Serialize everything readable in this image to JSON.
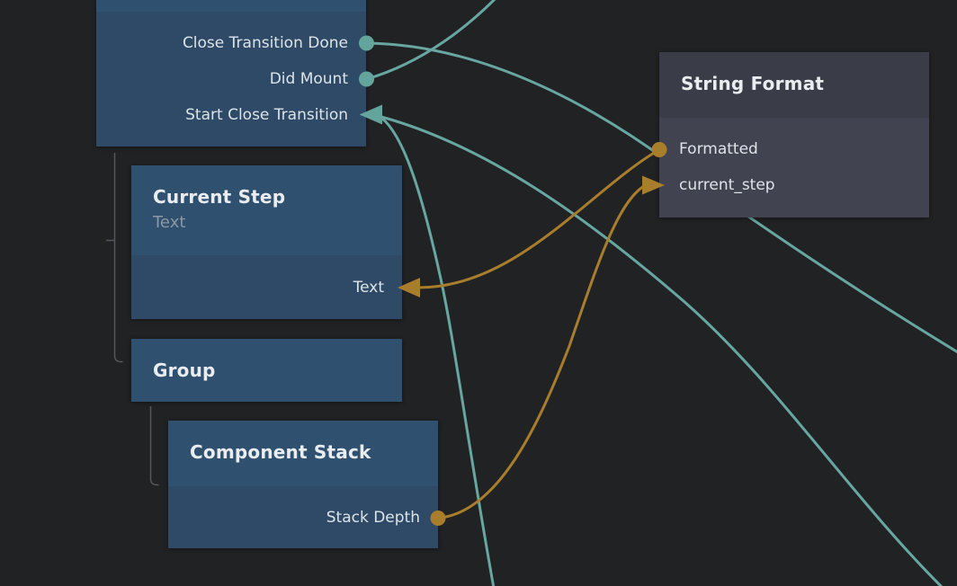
{
  "app": {
    "view": "node-graph-canvas"
  },
  "colors": {
    "background": "#212224",
    "signal_teal": "#63a49d",
    "data_orange": "#a87e2d",
    "node_blue_header": "#30506f",
    "node_blue_body": "#2e4a66",
    "node_gray_header": "#3a3d48",
    "node_gray_body": "#414450",
    "hierarchy_line": "#54575b",
    "title_text": "#e9edf0",
    "subtitle_text": "#8c97a4",
    "port_text": "#dde4e9"
  },
  "nodes": [
    {
      "id": "top-partial",
      "title": "",
      "ports": [
        {
          "label": "Close Transition Done",
          "side": "right",
          "connector": "dot",
          "color": "teal"
        },
        {
          "label": "Did Mount",
          "side": "right",
          "connector": "dot",
          "color": "teal"
        },
        {
          "label": "Start Close Transition",
          "side": "right",
          "connector": "arrow-in",
          "color": "teal"
        }
      ]
    },
    {
      "id": "current-step",
      "title": "Current Step",
      "subtitle": "Text",
      "ports": [
        {
          "label": "Text",
          "side": "right",
          "connector": "arrow-in",
          "color": "orange"
        }
      ]
    },
    {
      "id": "group",
      "title": "Group",
      "ports": []
    },
    {
      "id": "component-stack",
      "title": "Component Stack",
      "ports": [
        {
          "label": "Stack Depth",
          "side": "right",
          "connector": "dot",
          "color": "orange"
        }
      ]
    },
    {
      "id": "string-format",
      "title": "String Format",
      "ports": [
        {
          "label": "Formatted",
          "side": "left",
          "connector": "dot",
          "color": "orange"
        },
        {
          "label": "current_step",
          "side": "left",
          "connector": "arrow-in",
          "color": "orange"
        }
      ]
    }
  ],
  "connections": [
    {
      "color": "teal",
      "from": "Did Mount",
      "to": "offscreen-top"
    },
    {
      "color": "teal",
      "from": "Close Transition Done",
      "to": "offscreen-right"
    },
    {
      "color": "teal",
      "from": "offscreen-bottom-right",
      "to": "Start Close Transition"
    },
    {
      "color": "teal",
      "from": "offscreen-bottom",
      "to": "Start Close Transition"
    },
    {
      "color": "orange",
      "from": "Formatted",
      "to": "Text"
    },
    {
      "color": "orange",
      "from": "Stack Depth",
      "to": "current_step"
    }
  ]
}
